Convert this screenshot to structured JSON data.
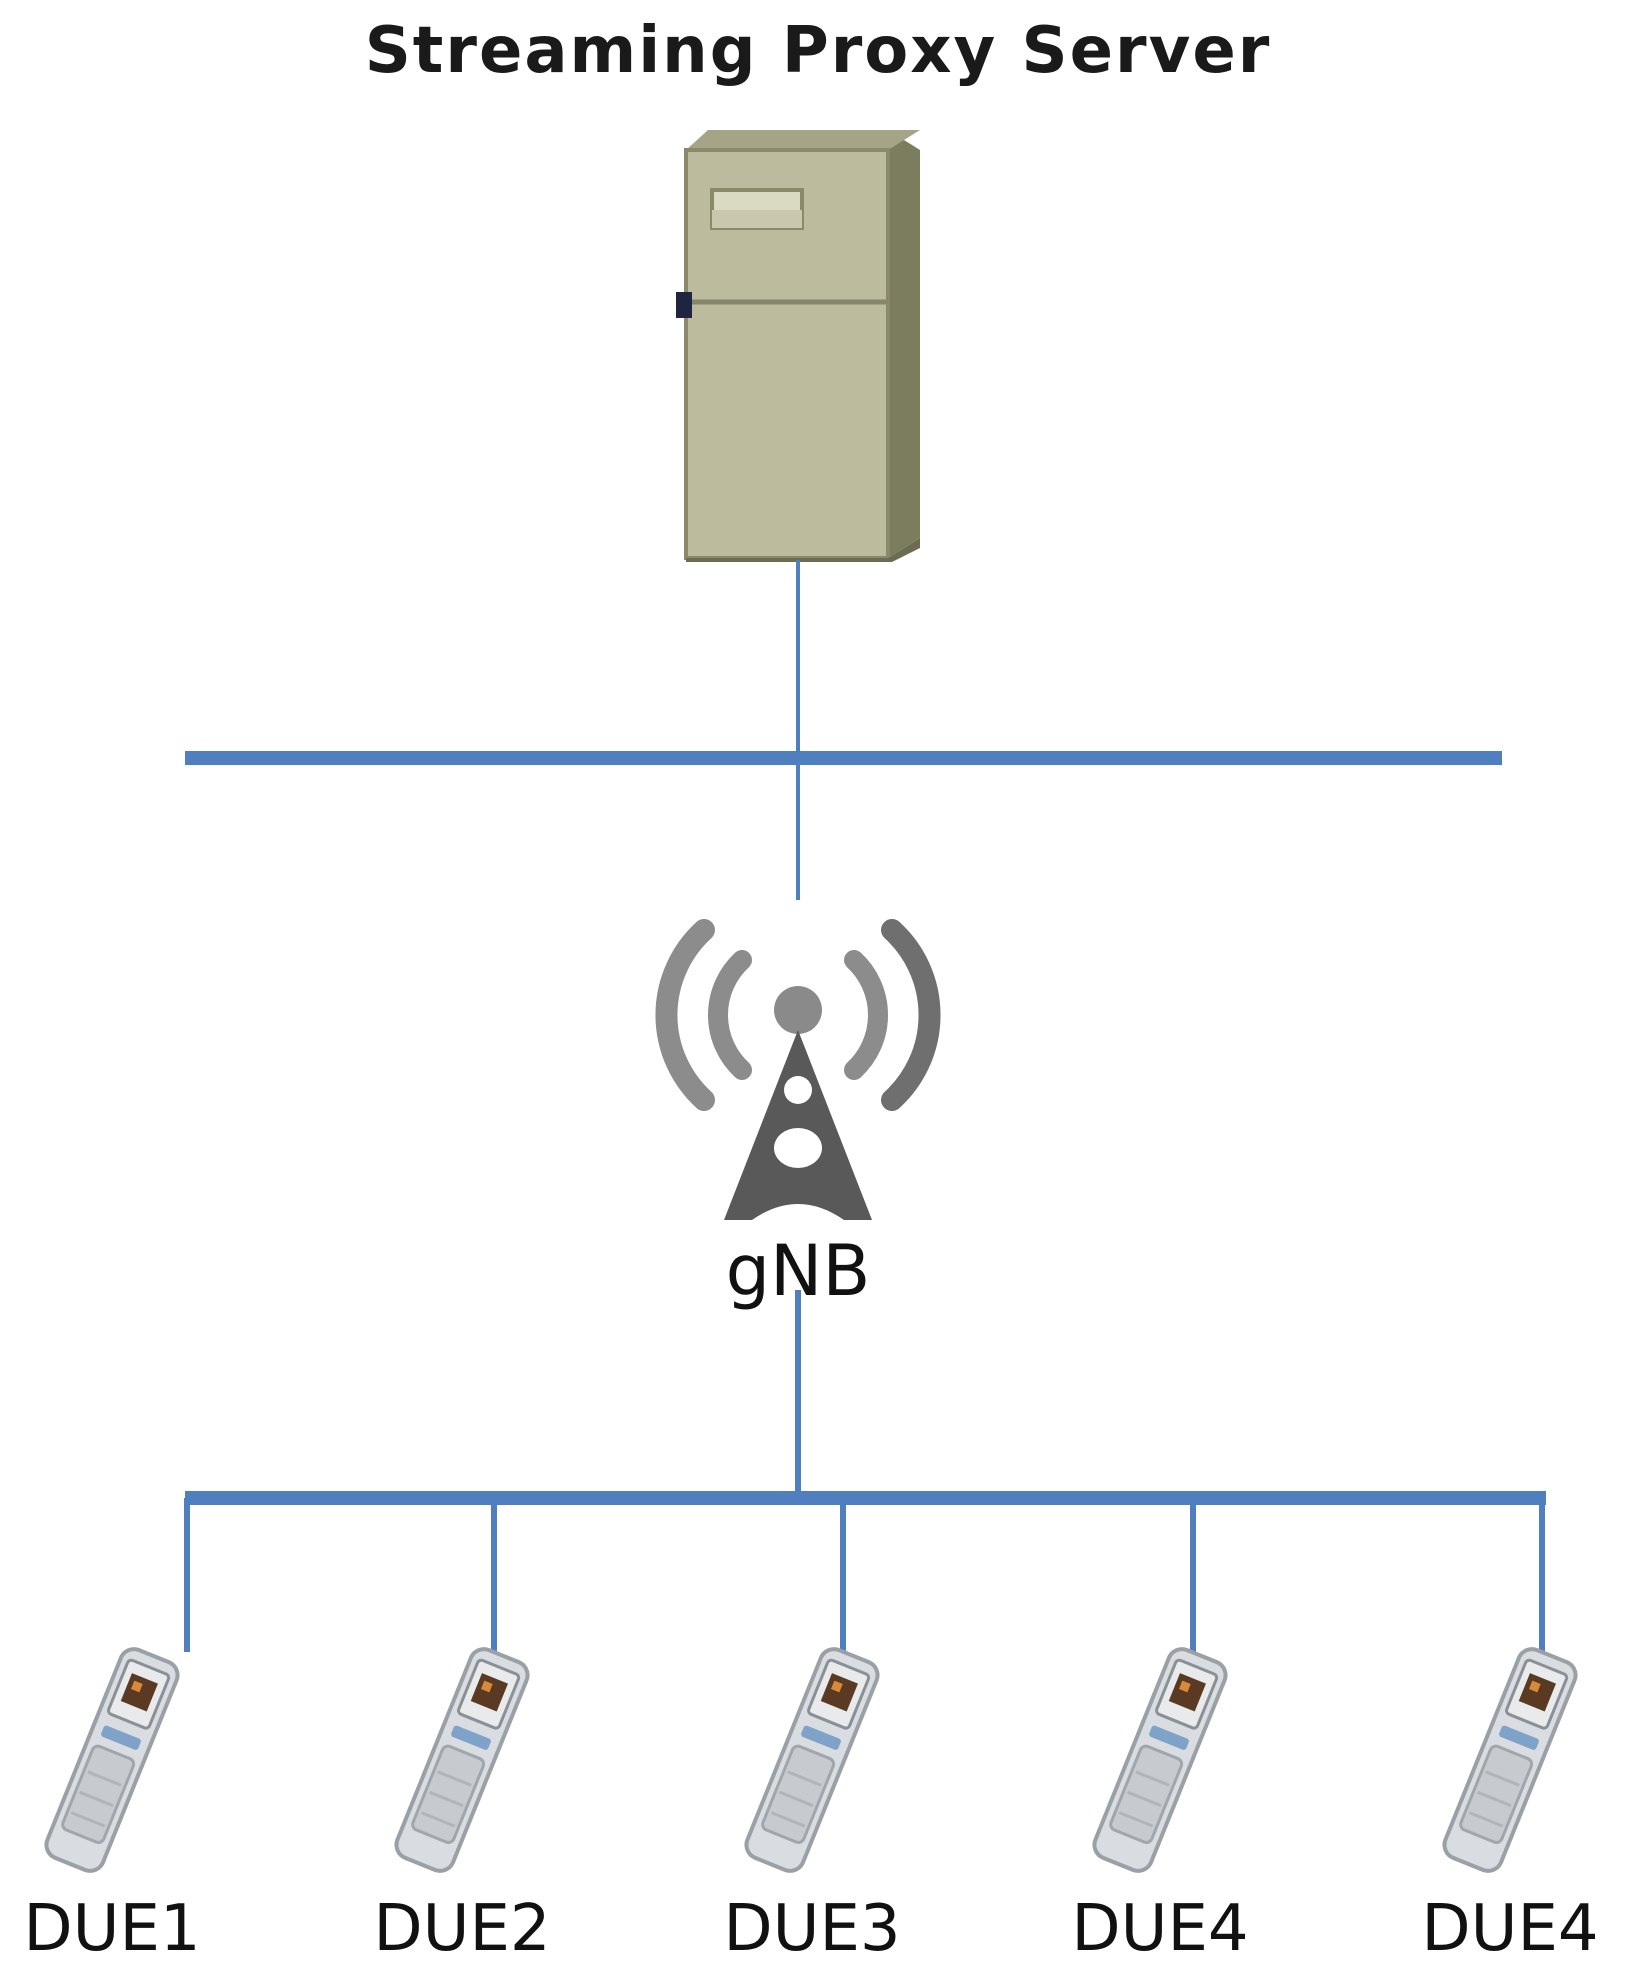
{
  "title": "Streaming Proxy Server",
  "colors": {
    "link": "#4f7fbf",
    "server_body": "#bcbb9d",
    "server_edge": "#8a8a6a",
    "antenna": "#595959"
  },
  "server": {
    "icon": "server-tower-icon"
  },
  "gnb": {
    "label": "gNB",
    "icon": "cell-tower-icon"
  },
  "devices": [
    {
      "label": "DUE1",
      "icon": "mobile-phone-icon"
    },
    {
      "label": "DUE2",
      "icon": "mobile-phone-icon"
    },
    {
      "label": "DUE3",
      "icon": "mobile-phone-icon"
    },
    {
      "label": "DUE4",
      "icon": "mobile-phone-icon"
    },
    {
      "label": "DUE4",
      "icon": "mobile-phone-icon"
    }
  ]
}
